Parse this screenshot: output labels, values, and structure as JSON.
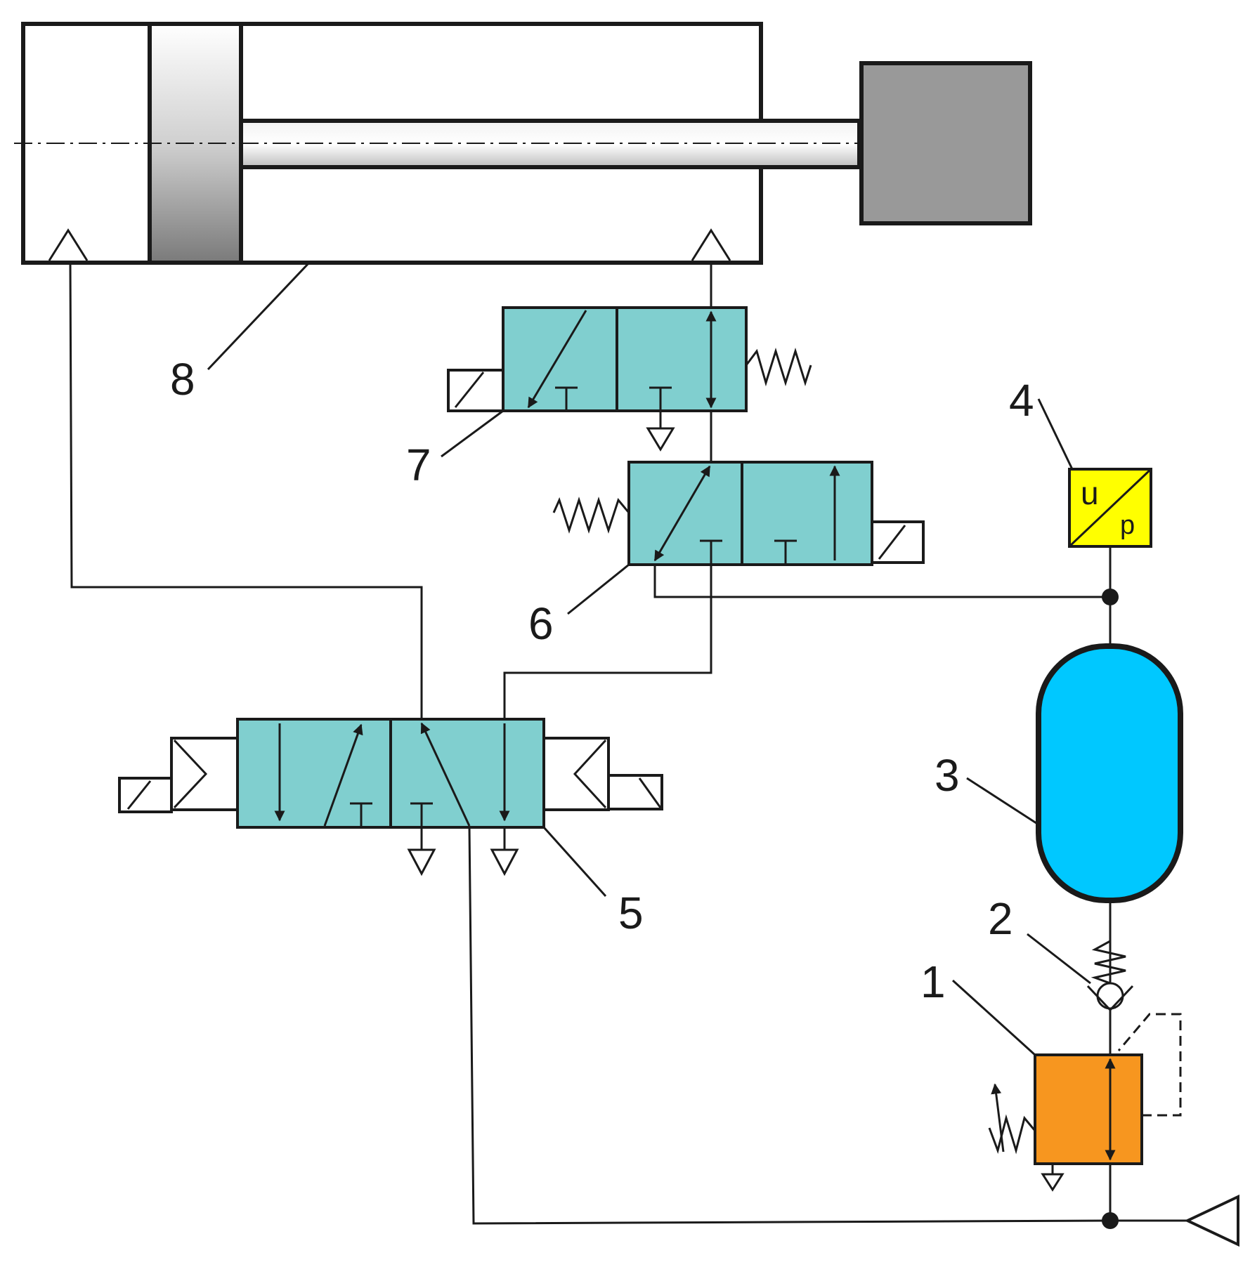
{
  "labels": {
    "n1": "1",
    "n2": "2",
    "n3": "3",
    "n4": "4",
    "n5": "5",
    "n6": "6",
    "n7": "7",
    "n8": "8"
  },
  "transducer": {
    "top_letter": "u",
    "bottom_letter": "p"
  },
  "colors": {
    "valve_fill": "#80cfcf",
    "tank_fill": "#00c8ff",
    "regulator_fill": "#f7961f",
    "transducer_fill": "#ffff00",
    "load_fill": "#999999",
    "line": "#1a1a1a"
  }
}
